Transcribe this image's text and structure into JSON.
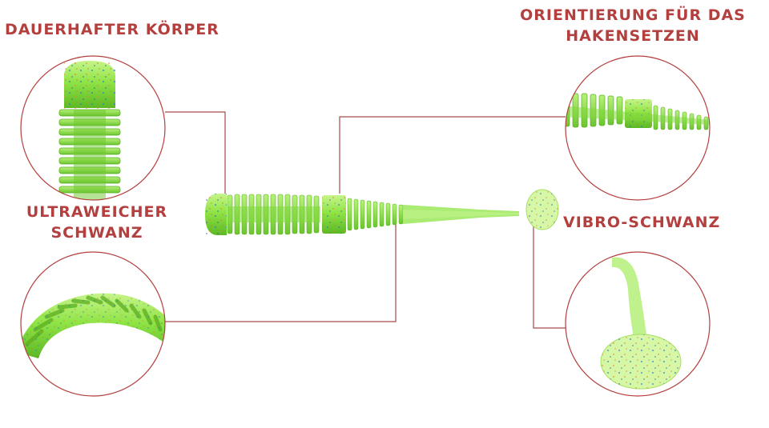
{
  "labels": {
    "durable_body": "DAUERHAFTER KÖRPER",
    "hook_orientation_line1": "ORIENTIERUNG FÜR DAS",
    "hook_orientation_line2": "HAKENSETZEN",
    "ultra_soft_line1": "ULTRAWEICHER",
    "ultra_soft_line2": "SCHWANZ",
    "vibro_tail": "VIBRO-SCHWANZ"
  },
  "colors": {
    "label": "#b3403f",
    "connector": "#a44a48",
    "circle_border": "#b3403f",
    "lure_green": "#86e03a",
    "lure_dark": "#5cb825",
    "lure_light": "#c6f58a"
  }
}
